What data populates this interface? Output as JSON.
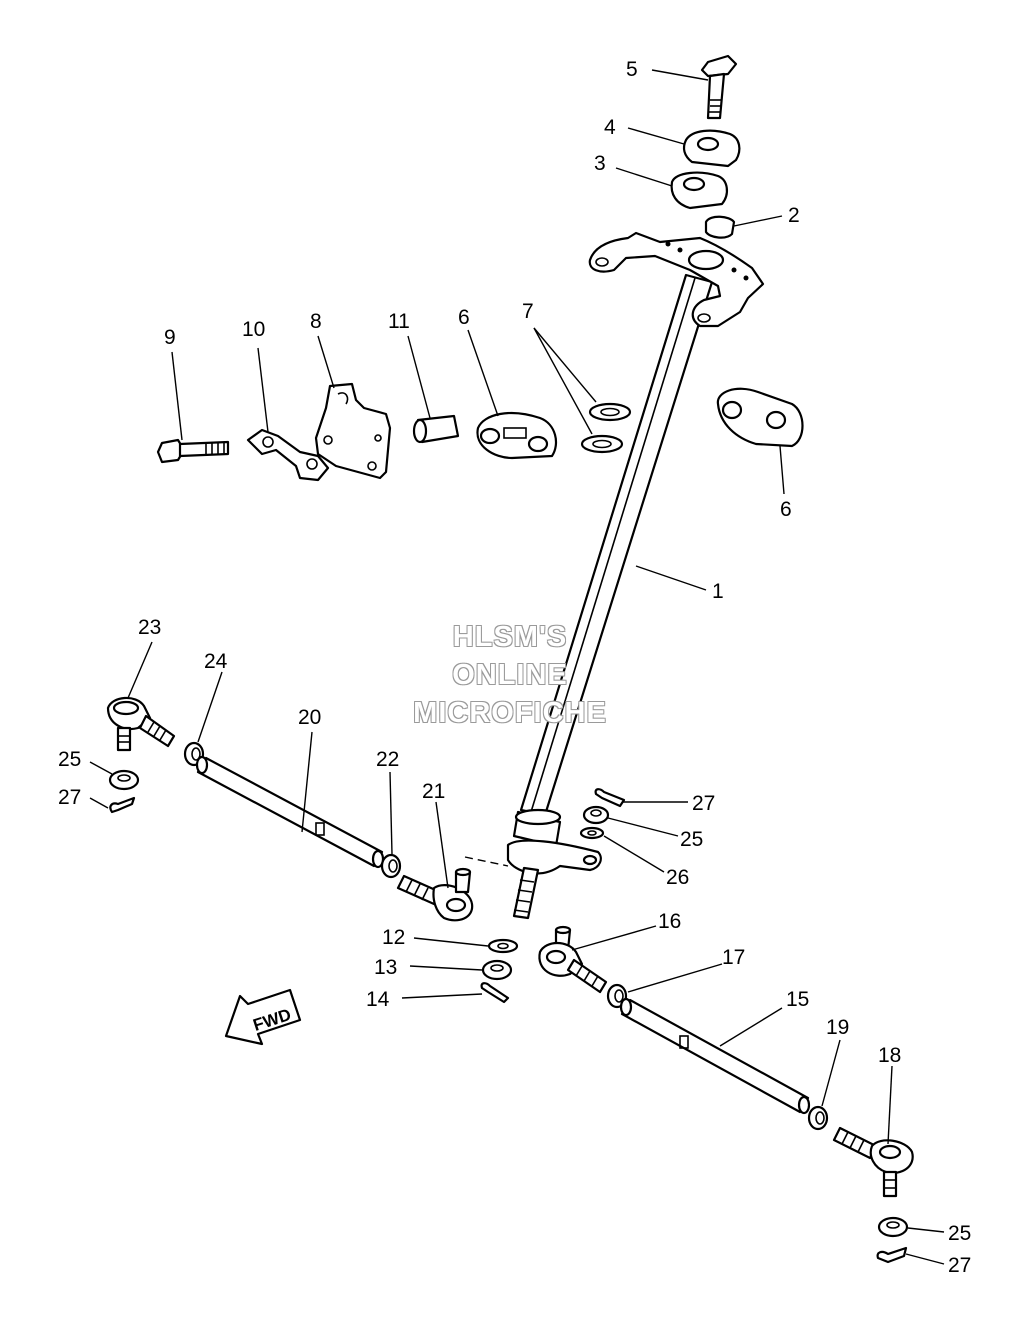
{
  "watermark": {
    "line1": "HLSM'S",
    "line2": "ONLINE",
    "line3": "MICROFICHE"
  },
  "direction_label": "FWD",
  "callouts": [
    {
      "id": "c5",
      "label": "5"
    },
    {
      "id": "c4",
      "label": "4"
    },
    {
      "id": "c3",
      "label": "3"
    },
    {
      "id": "c2",
      "label": "2"
    },
    {
      "id": "c9",
      "label": "9"
    },
    {
      "id": "c10",
      "label": "10"
    },
    {
      "id": "c8",
      "label": "8"
    },
    {
      "id": "c11",
      "label": "11"
    },
    {
      "id": "c6a",
      "label": "6"
    },
    {
      "id": "c7",
      "label": "7"
    },
    {
      "id": "c6b",
      "label": "6"
    },
    {
      "id": "c1",
      "label": "1"
    },
    {
      "id": "c23",
      "label": "23"
    },
    {
      "id": "c24",
      "label": "24"
    },
    {
      "id": "c20",
      "label": "20"
    },
    {
      "id": "c22",
      "label": "22"
    },
    {
      "id": "c21",
      "label": "21"
    },
    {
      "id": "c25a",
      "label": "25"
    },
    {
      "id": "c27a",
      "label": "27"
    },
    {
      "id": "c27b",
      "label": "27"
    },
    {
      "id": "c25b",
      "label": "25"
    },
    {
      "id": "c26",
      "label": "26"
    },
    {
      "id": "c16",
      "label": "16"
    },
    {
      "id": "c12",
      "label": "12"
    },
    {
      "id": "c13",
      "label": "13"
    },
    {
      "id": "c14",
      "label": "14"
    },
    {
      "id": "c17",
      "label": "17"
    },
    {
      "id": "c15",
      "label": "15"
    },
    {
      "id": "c19",
      "label": "19"
    },
    {
      "id": "c18",
      "label": "18"
    },
    {
      "id": "c25c",
      "label": "25"
    },
    {
      "id": "c27c",
      "label": "27"
    }
  ]
}
